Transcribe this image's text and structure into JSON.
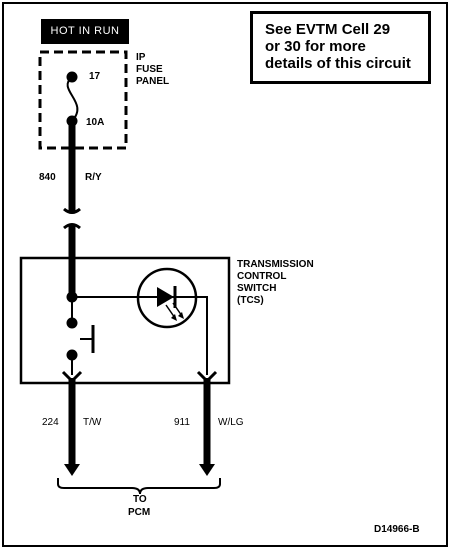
{
  "header": {
    "hot_in_run": "HOT IN RUN",
    "note_lines": [
      "See EVTM Cell 29",
      "or 30 for more",
      "details of this circuit"
    ]
  },
  "fuse": {
    "panel_lines": [
      "IP",
      "FUSE",
      "PANEL"
    ],
    "number": "17",
    "rating": "10A"
  },
  "wires": {
    "supply_circuit": "840",
    "supply_color": "R/Y",
    "left_circuit": "224",
    "left_color": "T/W",
    "right_circuit": "911",
    "right_color": "W/LG"
  },
  "switch": {
    "title_lines": [
      "TRANSMISSION",
      "CONTROL",
      "SWITCH",
      "(TCS)"
    ]
  },
  "destination": {
    "lines": [
      "TO",
      "PCM"
    ]
  },
  "figure_id": "D14966-B",
  "colors": {
    "ink": "#000000",
    "paper": "#ffffff"
  }
}
